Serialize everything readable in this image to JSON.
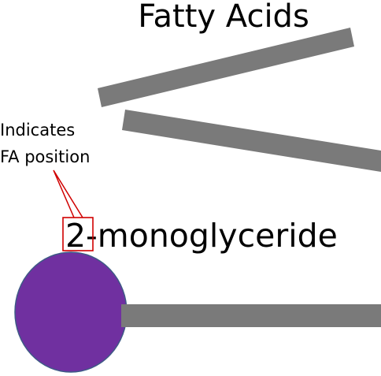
{
  "title": "Fatty Acids",
  "callout": {
    "line1": "Indicates",
    "line2": "FA position"
  },
  "monoglyceride": {
    "position_number": "2",
    "name_rest": "-monoglyceride"
  },
  "colors": {
    "chain": "#7a7a7a",
    "glycerol_head": "#7030a0",
    "glycerol_outline": "#3e5a86",
    "callout_box": "#d00000",
    "text": "#000000"
  }
}
